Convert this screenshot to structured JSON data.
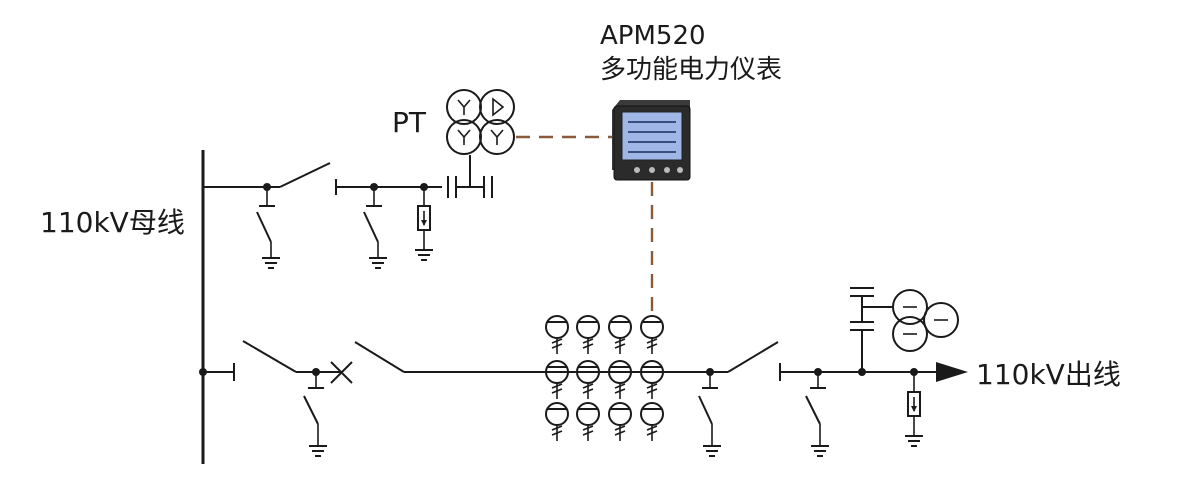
{
  "labels": {
    "busbar": "110kV母线",
    "outgoing": "110kV出线",
    "pt": "PT",
    "meter_model": "APM520",
    "meter_name": "多功能电力仪表"
  },
  "colors": {
    "line": "#1a1a1a",
    "signal_dash": "#8a5a3c",
    "meter_body": "#2b2b2b",
    "meter_screen": "#9fb6e6"
  },
  "icons": [
    "busbar",
    "disconnect-switch",
    "earthing-switch",
    "ground-symbol",
    "lightning-arrester",
    "voltage-transformer",
    "current-transformer",
    "circuit-breaker",
    "coupling-capacitor",
    "power-meter"
  ]
}
